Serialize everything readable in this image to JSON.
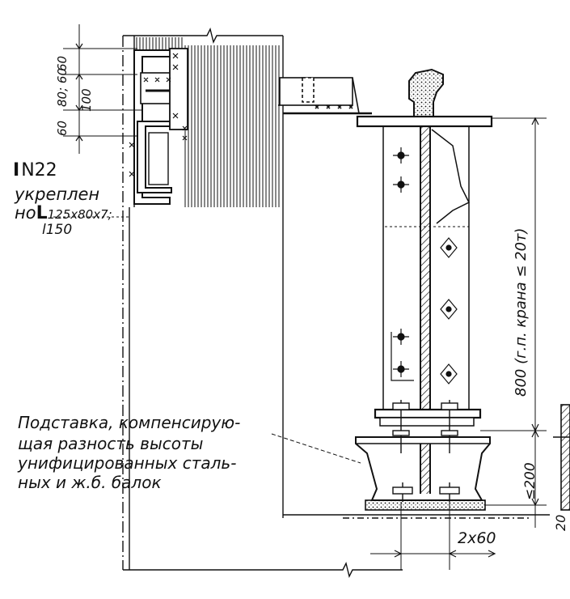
{
  "labels": {
    "ibeam_number": "N22",
    "ibeam_note_line1": "укреплен",
    "ibeam_note_line2_prefix": "но",
    "ibeam_note_line2_angle": "125x80x7;",
    "ibeam_note_line3": "l150",
    "callout_line1": "Подставка, компенсирую-",
    "callout_line2": "щая разность высоты",
    "callout_line3": "унифицированных сталь-",
    "callout_line4": "ных и ж.б. балок"
  },
  "dimensions": {
    "top_60": "60",
    "mid_80_60": "80; 60",
    "mid_100": "100",
    "bottom_60": "60",
    "beam_height": "800 (г.п. крана ≤ 20т)",
    "support_height": "≤200",
    "base_thickness": "20",
    "bolt_spacing": "2x60"
  },
  "colors": {
    "ink": "#111111",
    "paper": "#ffffff"
  }
}
